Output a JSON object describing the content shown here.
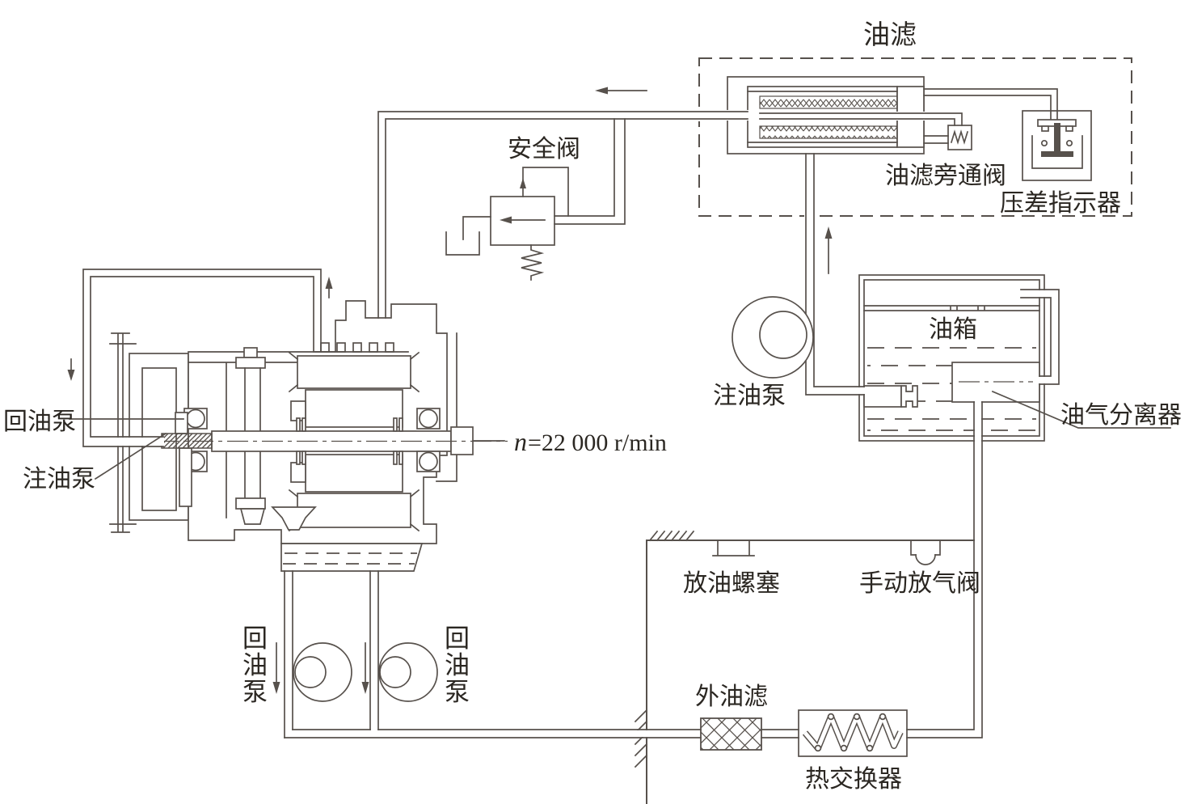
{
  "diagram": {
    "type": "lubrication-system-schematic",
    "labels": {
      "filter_unit_title": "油滤",
      "safety_valve": "安全阀",
      "bypass_valve": "油滤旁通阀",
      "dp_indicator": "压差指示器",
      "oil_tank": "油箱",
      "feed_pump_tank": "注油泵",
      "oil_gas_separator": "油气分离器",
      "return_pump_machine": "回油泵",
      "feed_pump_machine": "注油泵",
      "drain_plug": "放油螺塞",
      "manual_vent_valve": "手动放气阀",
      "external_filter": "外油滤",
      "heat_exchanger": "热交换器",
      "return_pump_a": {
        "chars": [
          "回",
          "油",
          "泵"
        ]
      },
      "return_pump_b": {
        "chars": [
          "回",
          "油",
          "泵"
        ]
      },
      "shaft_speed_n": "n",
      "shaft_speed_value": "=22 000 r/min"
    },
    "colors": {
      "line": "#57514C",
      "text": "#2B2722",
      "background": "#FFFFFF"
    }
  }
}
